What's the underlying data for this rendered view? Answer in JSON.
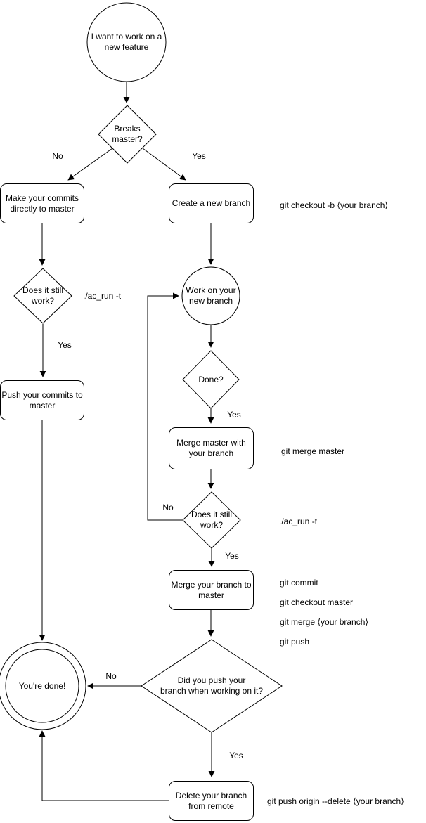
{
  "colors": {
    "stroke": "#000000",
    "fill": "#ffffff",
    "text": "#000000"
  },
  "nodes": {
    "start": "I want to work on a\nnew feature",
    "breaks_master": "Breaks\nmaster?",
    "make_commits": "Make your commits\ndirectly to master",
    "create_branch": "Create a new branch",
    "does_it_still_work_1": "Does it still\nwork?",
    "push_commits": "Push your commits to\nmaster",
    "work_on_branch": "Work on your\nnew branch",
    "done_q": "Done?",
    "merge_master_with_branch": "Merge master with\nyour branch",
    "does_it_still_work_2": "Does it still\nwork?",
    "merge_branch_to_master": "Merge your branch to\nmaster",
    "did_you_push": "Did you push your\nbranch when working on it?",
    "youre_done": "You're done!",
    "delete_branch": "Delete your branch\nfrom remote"
  },
  "edge_labels": {
    "no_breaks": "No",
    "yes_breaks": "Yes",
    "yes_still_works_1": "Yes",
    "yes_done": "Yes",
    "no_still_works_2": "No",
    "yes_still_works_2": "Yes",
    "no_did_push": "No",
    "yes_did_push": "Yes"
  },
  "commands": {
    "create_branch": "git checkout -b ⟨your branch⟩",
    "test_1": "./ac_run -t",
    "merge_master": "git merge master",
    "test_2": "./ac_run -t",
    "merge_to_master": [
      "git commit",
      "git checkout master",
      "git merge ⟨your branch⟩",
      "git push"
    ],
    "delete_remote": "git push origin --delete ⟨your branch⟩"
  }
}
